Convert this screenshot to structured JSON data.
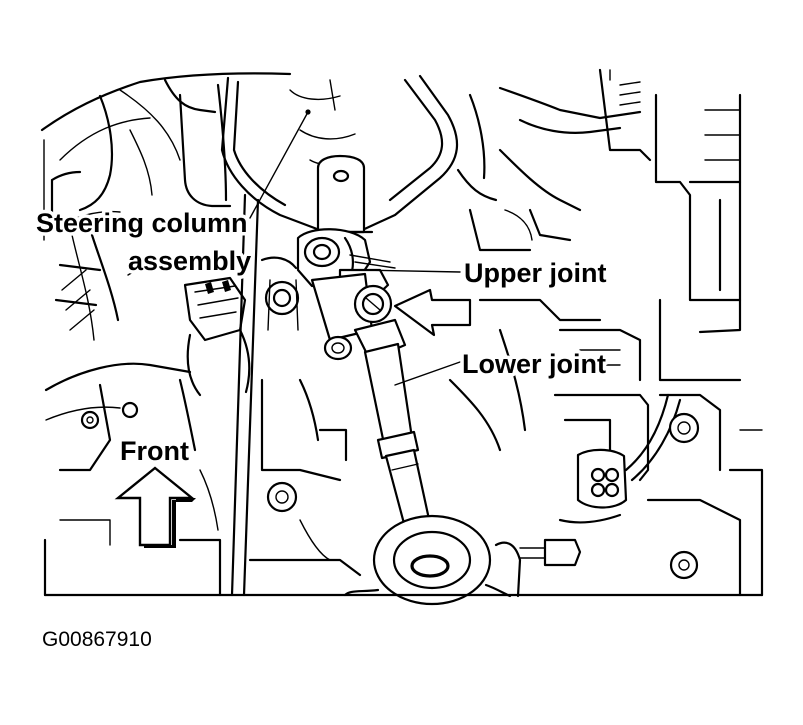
{
  "labels": {
    "steering_column_line1": "Steering column",
    "steering_column_line2": "assembly",
    "upper_joint": "Upper joint",
    "lower_joint": "Lower joint",
    "front": "Front"
  },
  "figure_id": "G00867910",
  "icons": {
    "front_arrow": "up-arrow-icon"
  },
  "colors": {
    "ink": "#000000",
    "paper": "#ffffff"
  }
}
